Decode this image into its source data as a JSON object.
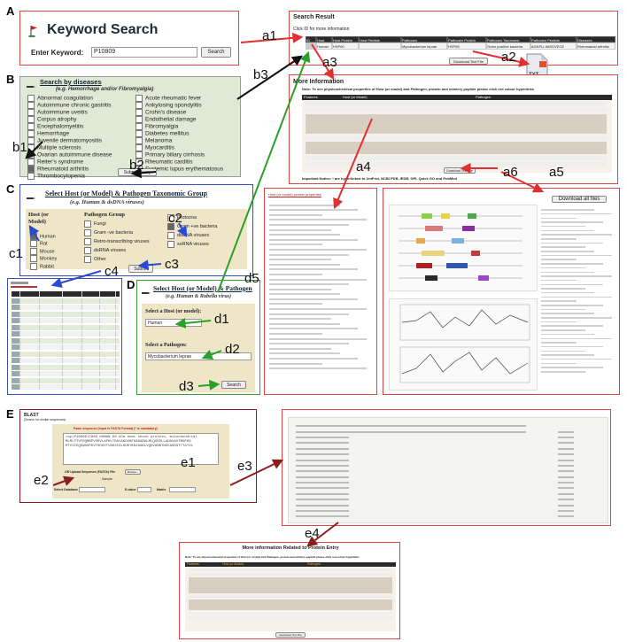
{
  "labels": {
    "A": "A",
    "B": "B",
    "C": "C",
    "D": "D",
    "E": "E"
  },
  "annotations": {
    "a1": "a1",
    "a2": "a2",
    "a3": "a3",
    "a4": "a4",
    "a5": "a5",
    "a6": "a6",
    "b1": "b1",
    "b2": "b2",
    "b3": "b3",
    "c1": "c1",
    "c2": "c2",
    "c3": "c3",
    "c4": "c4",
    "d1": "d1",
    "d2": "d2",
    "d3": "d3",
    "d5": "d5",
    "e1": "e1",
    "e2": "e2",
    "e3": "e3",
    "e4": "e4"
  },
  "keyword_search": {
    "title": "Keyword Search",
    "label": "Enter Keyword:",
    "value": "P10809",
    "button": "Search"
  },
  "search_result": {
    "title": "Search Result",
    "instruction": "Click ID for more information",
    "columns": [
      "ID",
      "Host",
      "Host Protein",
      "Host Peptide",
      "Pathogen",
      "Pathogen Protein",
      "Pathogen Taxonomy",
      "Pathogen Peptide",
      "Diseases"
    ],
    "row": [
      "",
      "Human",
      "HSP60",
      "",
      "Mycobacterium leprae",
      "HSP65",
      "Gram positive bacteria",
      "AGKPLLIIAEDVEGE",
      "Rheumatoid arthritis"
    ],
    "download": "Download Text File",
    "txt_icon": "TXT"
  },
  "more_info": {
    "title": "More Information",
    "note": "Note: To see physicochemical properties of Host (or model) and Pathogen, protein and mimicry peptide please click red colour hyperlinks",
    "col_features": "Features",
    "col_host": "Host (or Model)",
    "col_pathogen": "Pathogen",
    "download": "Download Text File",
    "footer": "Important Notice: * are hyperlinked to UniProt, NCBI PDB, IEDB, GPI, Quick GO and PubMed"
  },
  "diseases": {
    "title": "Search by diseases",
    "subtitle": "(e.g. Hemorrhage and/or Fibromyalgia)",
    "left": [
      "Abnormal coagulation",
      "Autoimmune chronic gastritis",
      "Autoimmune uveitis",
      "Corpus atrophy",
      "Encephalomyelitis",
      "Hemorrhage",
      "Juvenile dermatomyositis",
      "Multiple sclerosis",
      "Ovarian autoimmune disease",
      "Reiter's syndrome",
      "Rheumatoid arthritis",
      "Thrombocytopenia"
    ],
    "right": [
      "Acute rheumatic fever",
      "Ankylosing spondylitis",
      "Crohn's disease",
      "Endothelial damage",
      "Fibromyalgia",
      "Diabetes mellitus",
      "Melanoma",
      "Myocarditis",
      "Primary biliary cirrhosis",
      "Rheumatic carditis",
      "Systemic lupus erythematosus"
    ],
    "submit": "Submit Query"
  },
  "taxonomic": {
    "title": "Select Host (or Model) & Pathogen Taxonomic Group",
    "subtitle": "(e.g. Human & dsDNA viruses)",
    "host_header": "Host (or Model)",
    "hosts": [
      "Human",
      "Rat",
      "Mouse",
      "Monkey",
      "Rabbit"
    ],
    "pathogen_header": "Pathogen Group",
    "pathogen_left": [
      "Fungi",
      "Gram -ve bacteria",
      "Retro-transcribing viruses",
      "dsRNA viruses",
      "Other"
    ],
    "pathogen_right": [
      "Protozoa",
      "Gram +ve bacteria",
      "dsDNA viruses",
      "ssRNA viruses"
    ],
    "submit": "Submit"
  },
  "host_pathogen": {
    "title": "Select Host (or Model) & Pathogen",
    "subtitle": "(e.g. Human & Rubella virus)",
    "host_label": "Select a Host (or model):",
    "host_value": "Human",
    "pathogen_label": "Select a Pathogen:",
    "pathogen_value": "Mycobacterium leprae",
    "search": "Search"
  },
  "blast": {
    "title": "BLAST",
    "subtitle": "(Search for similar sequences)",
    "placeholder": "Paste sequence (Input in FASTA Format) (* is mandatory)",
    "upload_label": "OR Upload Sequence (FASTA) File",
    "browse": "Browse...",
    "sample": "Sample",
    "select_database": "Select Database",
    "evalue": "E-value",
    "matrix": "Matrix"
  },
  "more_info_protein": {
    "title": "More information Related to Protein Entry",
    "download": "Download Text File"
  },
  "physchem": {
    "link": "Host (or model) protein properties"
  },
  "mimicry_viz": {
    "download": "Download all files"
  },
  "colors": {
    "red_border": "#d44444",
    "blue_border": "#3b4fb8",
    "green_border": "#3a9a3a",
    "dark_red_border": "#8b1d1d",
    "panel_green": "#dfe9d6",
    "panel_tan": "#efe6c8"
  }
}
